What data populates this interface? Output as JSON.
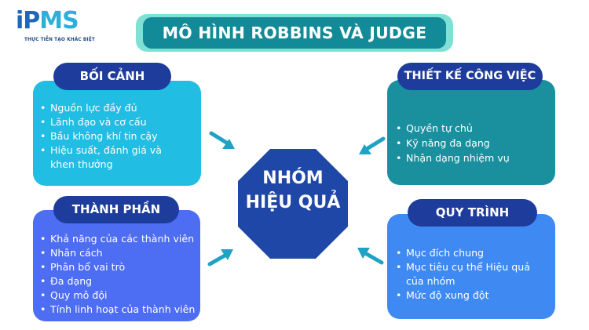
{
  "logo": {
    "mark_left": "i",
    "mark_mid": "P",
    "mark_right": "MS",
    "tagline": "THỰC TIỄN TẠO KHÁC BIỆT"
  },
  "title": "MÔ HÌNH ROBBINS VÀ JUDGE",
  "center": {
    "line1": "NHÓM",
    "line2": "HIỆU QUẢ"
  },
  "sections": {
    "boi_canh": {
      "heading": "BỐI CẢNH",
      "items": [
        "Nguồn lực đầy đủ",
        "Lãnh đạo và cơ cấu",
        "Bầu không khí tin cậy",
        "Hiệu suất, đánh giá và\nkhen thưởng"
      ]
    },
    "thanh_phan": {
      "heading": "THÀNH PHẦN",
      "items": [
        "Khả năng của các thành viên",
        "Nhân cách",
        "Phân bổ vai trò",
        "Đa dạng",
        "Quy mô đội",
        "Tính linh hoạt của thành viên"
      ]
    },
    "thiet_ke": {
      "heading": "THIẾT KẾ CÔNG VIỆC",
      "items": [
        "Quyền tự chủ",
        "Kỹ năng đa dạng",
        "Nhận dạng nhiệm vụ"
      ]
    },
    "quy_trinh": {
      "heading": "QUY TRÌNH",
      "items": [
        "Mục đích chung",
        "Mục tiêu cụ thể Hiệu quả\ncủa nhóm",
        "Mức độ xung đột"
      ]
    }
  },
  "colors": {
    "title_bg": "#138a97",
    "title_border": "#7fe0d4",
    "pill_bg": "#1e3c9c",
    "boi_canh_bg": "#21bde3",
    "thanh_phan_bg": "#4d6df2",
    "thiet_ke_bg": "#1a8f9e",
    "quy_trinh_bg": "#3f8af2",
    "center_bg": "#1f47a8",
    "arrow": "#1fa2c4"
  }
}
